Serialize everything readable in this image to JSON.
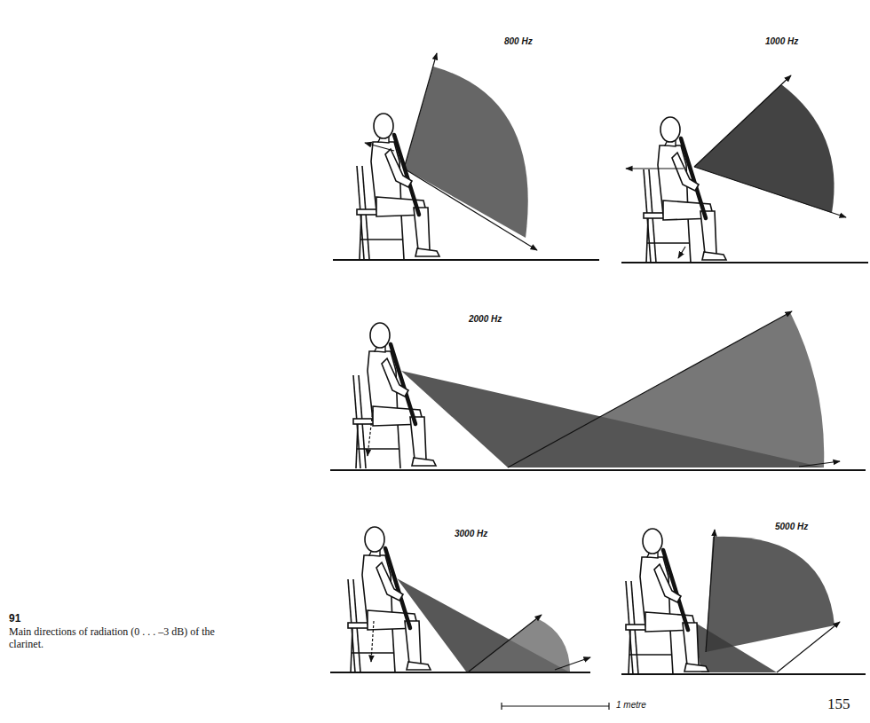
{
  "diagram": {
    "caption": "Main directions of radiation (0 . . . –3 dB) of the clarinet.",
    "labels": [
      "800 Hz",
      "1000 Hz",
      "2000 Hz",
      "3000 Hz",
      "5000 Hz",
      "91",
      "1 metre",
      "155"
    ]
  }
}
